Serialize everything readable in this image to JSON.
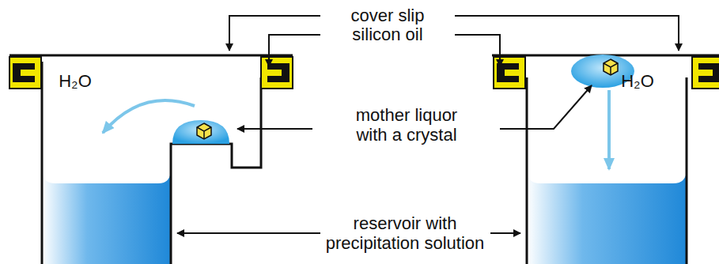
{
  "diagram": {
    "labels": [
      "cover slip",
      "silicon oil",
      "mother liquor with a crystal",
      "reservoir with precipitation solution",
      "H₂O",
      "H₂O"
    ]
  }
}
